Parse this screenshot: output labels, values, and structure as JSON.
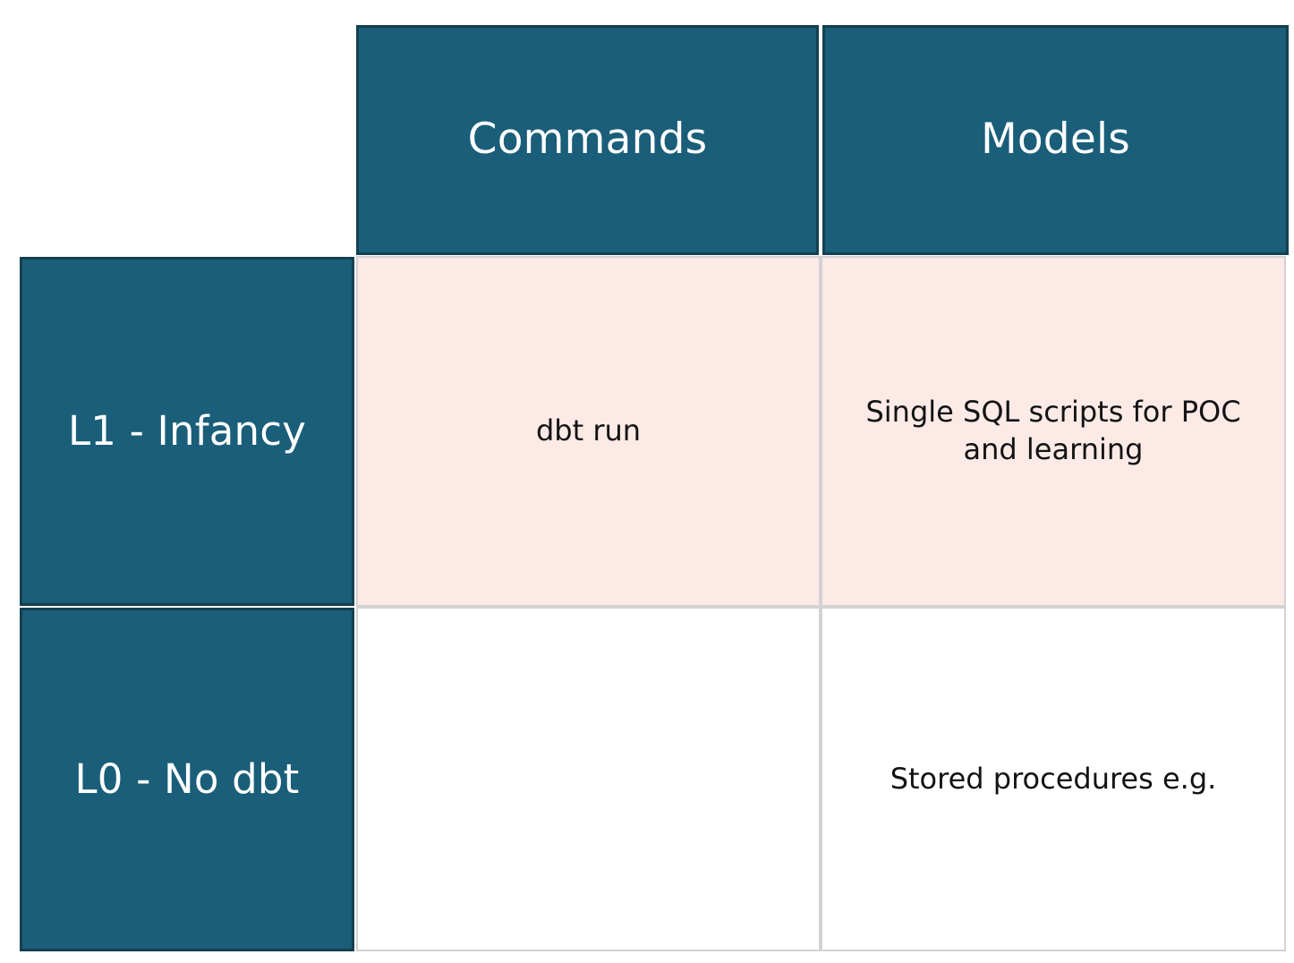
{
  "matrix": {
    "title_row_blank": "",
    "columns": [
      {
        "id": "commands",
        "label": "Commands"
      },
      {
        "id": "models",
        "label": "Models"
      }
    ],
    "rows": [
      {
        "id": "l1",
        "label": "L1 - Infancy",
        "highlight": true,
        "cells": {
          "commands": "dbt run",
          "models": "Single SQL scripts for POC and learning"
        }
      },
      {
        "id": "l0",
        "label": "L0 - No dbt",
        "highlight": false,
        "cells": {
          "commands": "",
          "models": "Stored procedures e.g."
        }
      }
    ]
  },
  "colors": {
    "header_fill": "#1A5E79",
    "header_border": "#14404F",
    "header_text": "#FFFFFF",
    "highlight_row_fill": "#FCEAE7",
    "plain_row_fill": "#FFFFFF",
    "body_border": "#D2D2D2",
    "body_text": "#131313",
    "page_background": "#FFFFFF"
  }
}
